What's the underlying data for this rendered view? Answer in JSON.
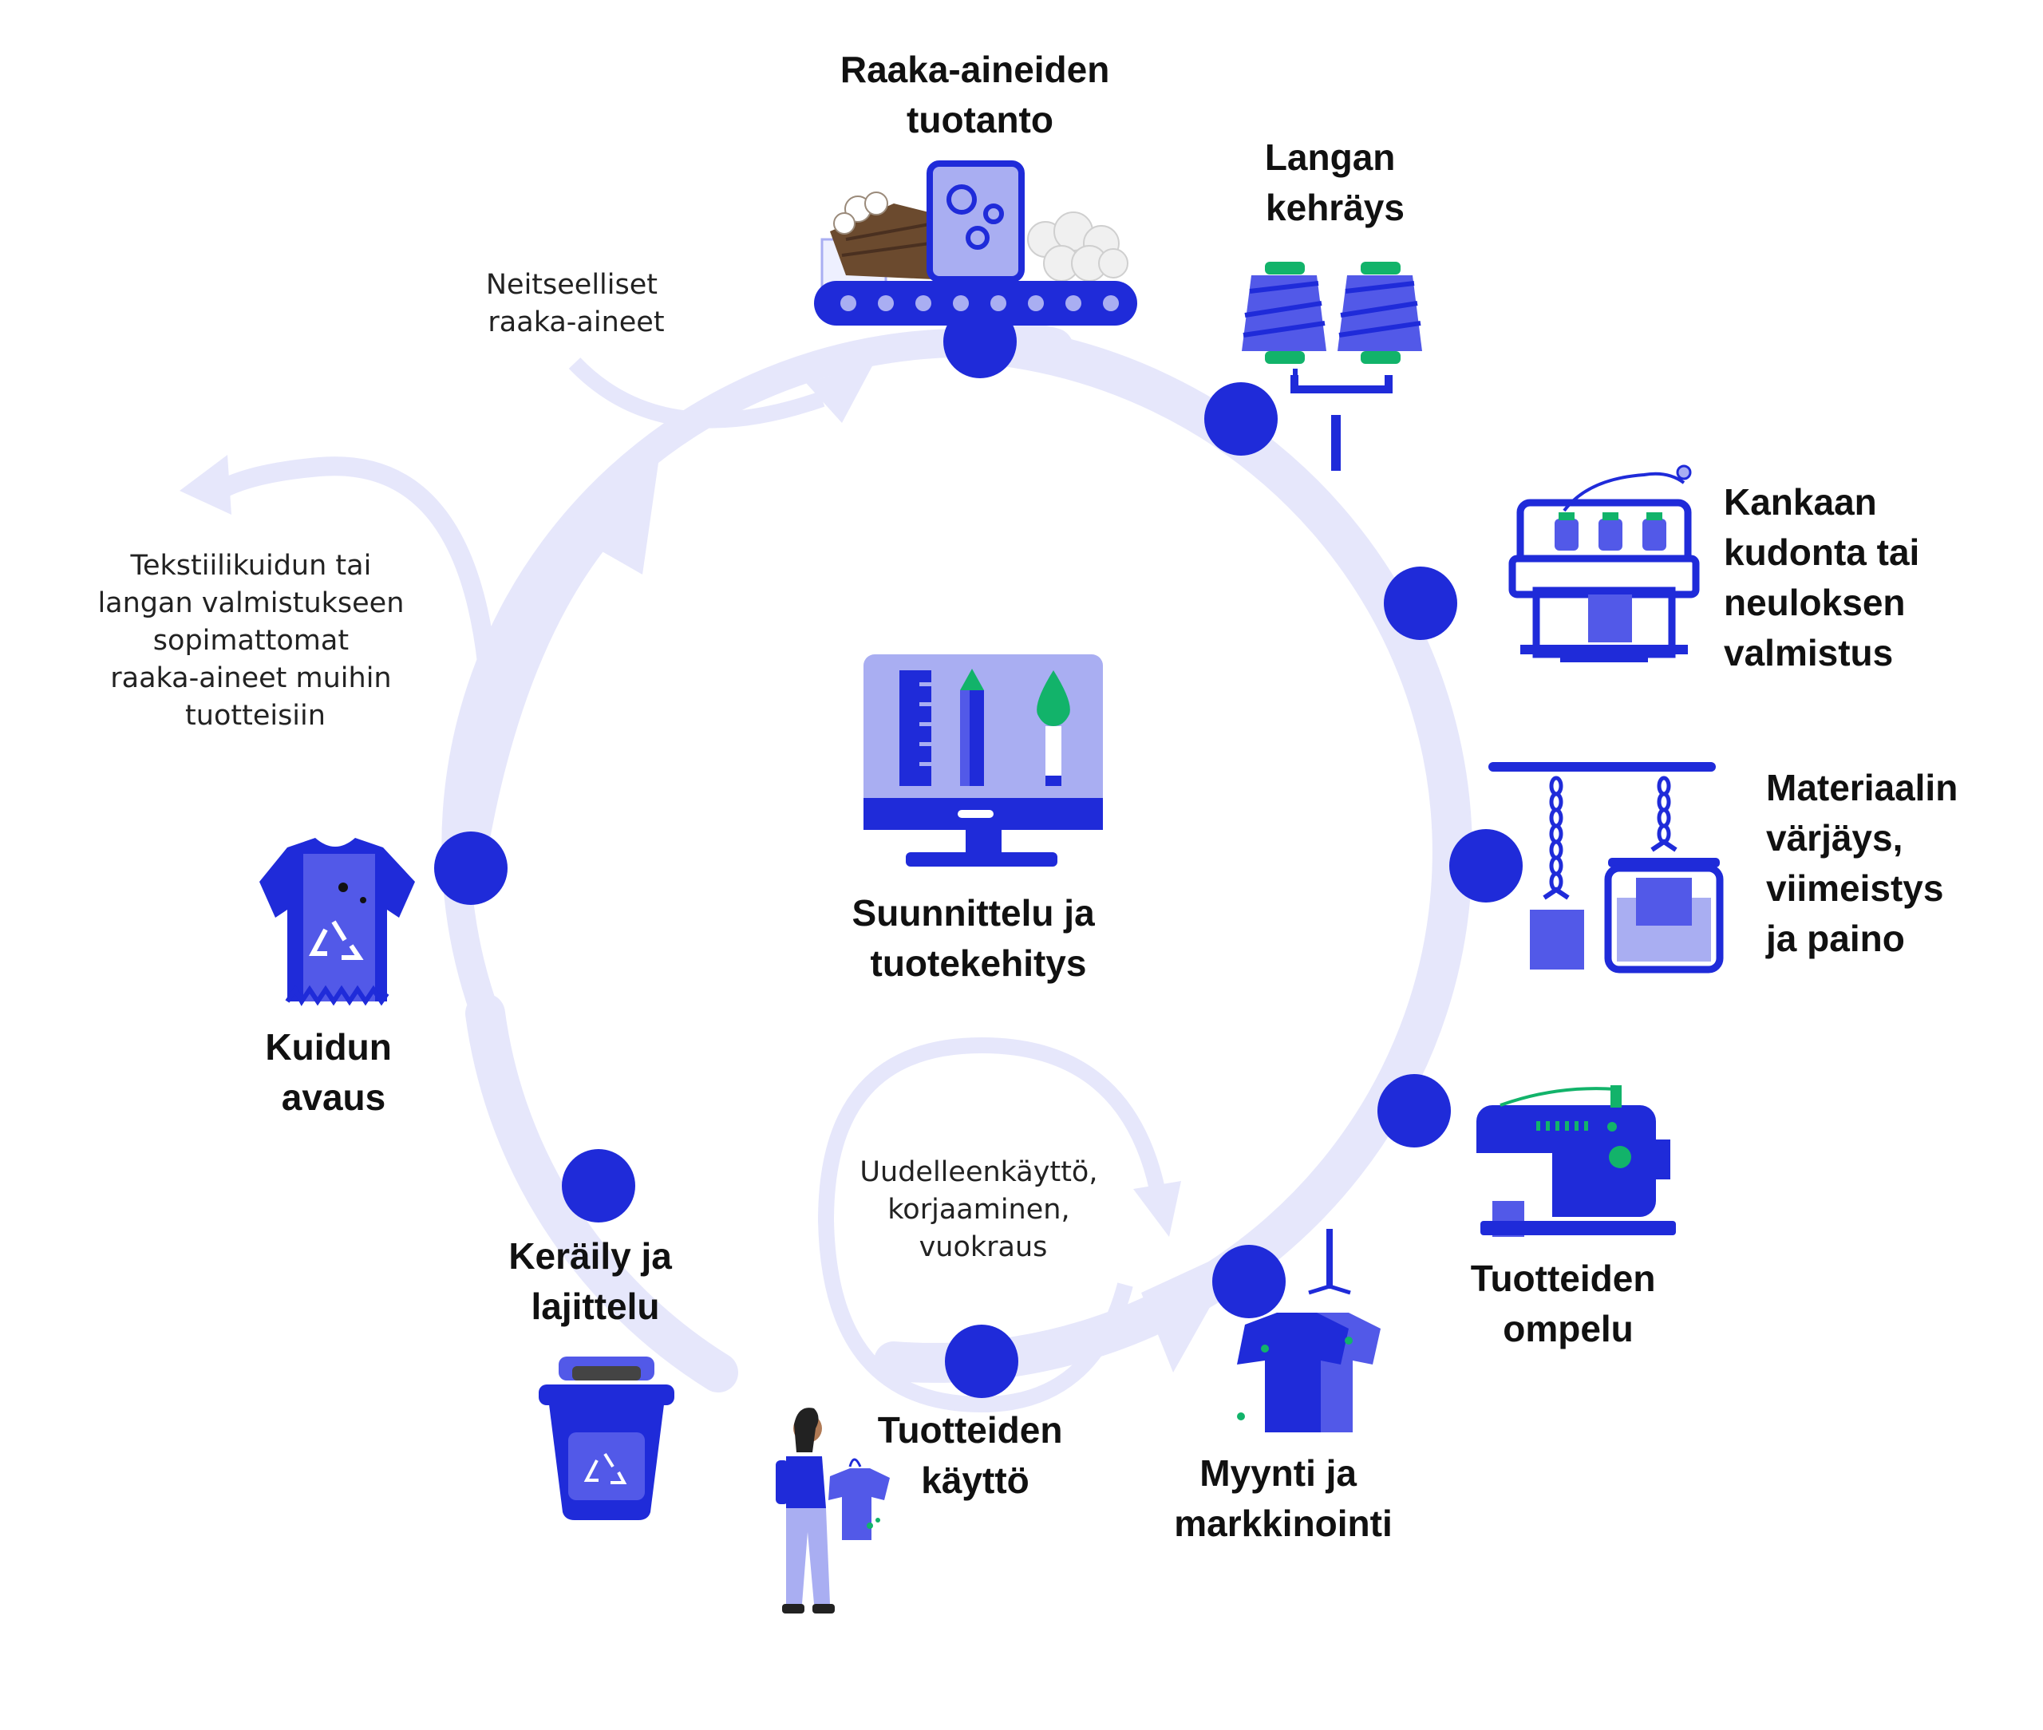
{
  "diagram": {
    "colors": {
      "primary": "#1f2bd9",
      "mid": "#5259e8",
      "light": "#a9aef2",
      "pale": "#e6e7fb",
      "green": "#12b36a",
      "brown": "#6b4a2e",
      "text": "#111111"
    },
    "stages": {
      "raw_materials": [
        "Raaka-aineiden",
        "tuotanto"
      ],
      "spinning": [
        "Langan",
        "kehräys"
      ],
      "weaving": [
        "Kankaan",
        "kudonta tai",
        "neuloksen",
        "valmistus"
      ],
      "dyeing": [
        "Materiaalin",
        "värjäys,",
        "viimeistys",
        "ja paino"
      ],
      "sewing": [
        "Tuotteiden",
        "ompelu"
      ],
      "sales": [
        "Myynti ja",
        "markkinointi"
      ],
      "use": [
        "Tuotteiden",
        "käyttö"
      ],
      "collection": [
        "Keräily ja",
        "lajittelu"
      ],
      "opening": [
        "Kuidun",
        "avaus"
      ],
      "design": [
        "Suunnittelu ja",
        "tuotekehitys"
      ]
    },
    "notes": {
      "virgin": [
        "Neitseelliset",
        "raaka-aineet"
      ],
      "unsuitable": [
        "Tekstiilikuidun tai",
        "langan valmistukseen",
        "sopimattomat",
        "raaka-aineet muihin",
        "tuotteisiin"
      ],
      "reuse": [
        "Uudelleenkäyttö,",
        "korjaaminen,",
        "vuokraus"
      ]
    },
    "icons": [
      "conveyor-belt-icon",
      "gear-icon",
      "cotton-icon",
      "spool-icon",
      "knitting-machine-icon",
      "dye-bath-icon",
      "sewing-machine-icon",
      "clothes-hanger-icon",
      "person-with-shirt-icon",
      "recycle-bin-icon",
      "torn-shirt-icon",
      "design-monitor-icon"
    ]
  }
}
